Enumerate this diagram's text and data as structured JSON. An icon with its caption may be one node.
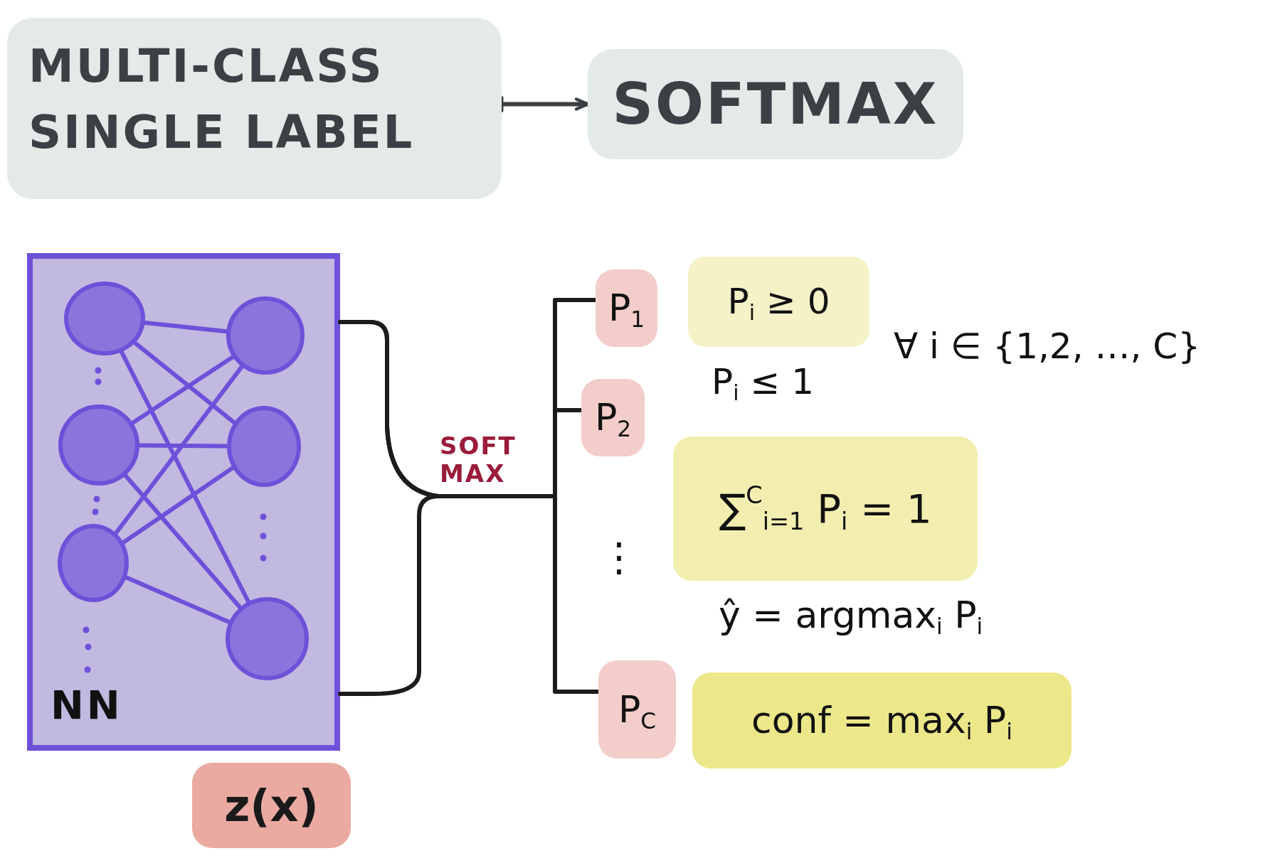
{
  "diagram": {
    "nodes": [
      {
        "text": [
          "MULTI-CLASS SINGLE LABEL"
        ]
      },
      {
        "text": [
          "SOFTMAX"
        ]
      },
      {
        "text": [
          "NN"
        ]
      },
      {
        "text": [],
        "shape": "circle",
        "in": 2
      },
      {
        "text": [],
        "shape": "circle",
        "in": 2
      },
      {
        "text": [],
        "shape": "circle",
        "in": 2
      },
      {
        "text": [],
        "shape": "circle",
        "in": 2
      },
      {
        "text": [],
        "shape": "circle",
        "in": 2
      },
      {
        "text": [],
        "shape": "circle",
        "in": 2
      },
      {
        "text": [
          "z(x)"
        ]
      },
      {
        "text": [
          "P$_{1}$"
        ]
      },
      {
        "text": [
          "P$_{2}$"
        ]
      },
      {
        "text": [
          "P$_{C}$"
        ]
      },
      {
        "text": [
          "P$_{i}$ ≥ 0"
        ]
      },
      {
        "text": [
          "∑$^{C}$$_{i=1}$ P$_{i}$ = 1"
        ]
      },
      {
        "text": [
          "conf = max$_{i}$ P$_{i}$"
        ]
      }
    ],
    "edges": [
      {
        "from": 0,
        "to": 1,
        "arrow": "to",
        "color": "#3b4045"
      },
      {
        "from": 3,
        "to": 6,
        "arrow": "none"
      },
      {
        "from": 3,
        "to": 7,
        "arrow": "none"
      },
      {
        "from": 3,
        "to": 8,
        "arrow": "none"
      },
      {
        "from": 4,
        "to": 6,
        "arrow": "none"
      },
      {
        "from": 4,
        "to": 7,
        "arrow": "none"
      },
      {
        "from": 4,
        "to": 8,
        "arrow": "none"
      },
      {
        "from": 5,
        "to": 6,
        "arrow": "none"
      },
      {
        "from": 5,
        "to": 7,
        "arrow": "none"
      },
      {
        "from": 5,
        "to": 8,
        "arrow": "none"
      },
      {
        "from": 2,
        "to": 10,
        "arrow": "none",
        "label": "SOFT MAX",
        "color": "#1c1c1c"
      },
      {
        "from": 2,
        "to": 11,
        "arrow": "none",
        "color": "#1c1c1c"
      },
      {
        "from": 2,
        "to": 12,
        "arrow": "none",
        "color": "#1c1c1c"
      }
    ],
    "labels": [
      "∀ i ∈ {1,2, …, C}",
      "P$_{i}$ ≤ 1",
      "⋮",
      "ŷ = argmax$_{i}$ P$_{i}$"
    ]
  }
}
